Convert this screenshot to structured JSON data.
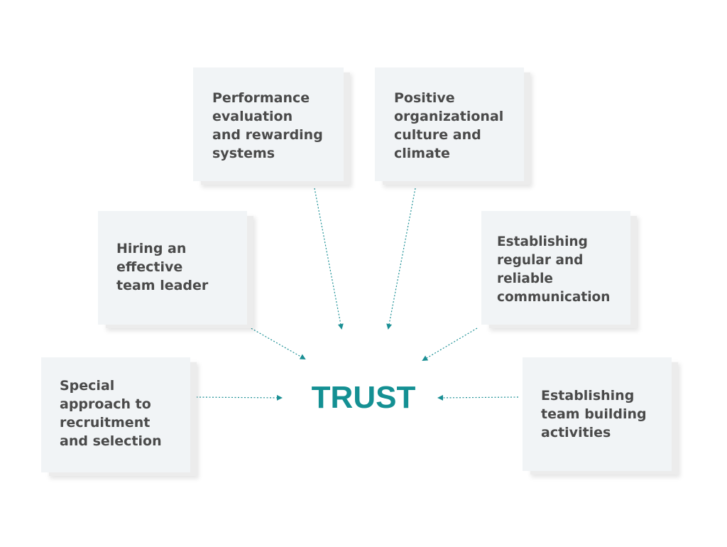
{
  "center": {
    "label": "TRUST",
    "color": "#149093"
  },
  "factors": [
    {
      "id": "performance",
      "text": "Performance\nevaluation\nand rewarding\nsystems"
    },
    {
      "id": "positive",
      "text": "Positive\norganizational\nculture and\nclimate"
    },
    {
      "id": "hiring",
      "text": "Hiring an\neffective\nteam leader"
    },
    {
      "id": "communication",
      "text": "Establishing\nregular and\nreliable\ncommunication"
    },
    {
      "id": "special",
      "text": "Special\napproach to\nrecruitment\nand selection"
    },
    {
      "id": "teambuilding",
      "text": "Establishing\nteam building\nactivities"
    }
  ],
  "arrow_color": "#1a8f94"
}
